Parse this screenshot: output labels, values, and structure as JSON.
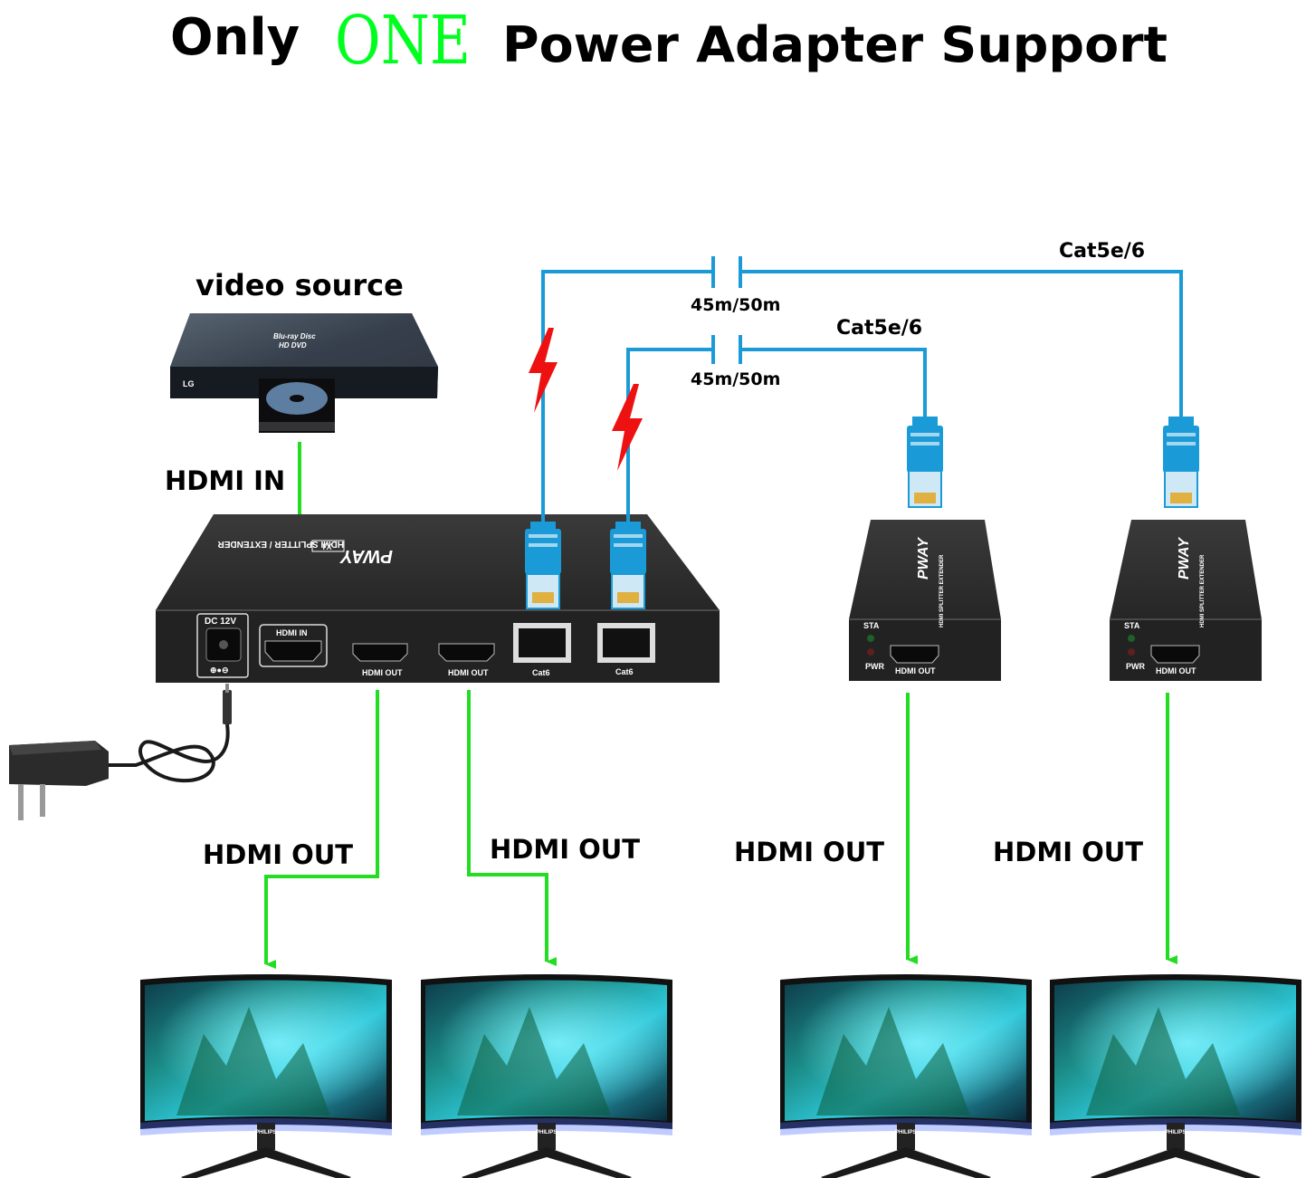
{
  "header": {
    "only": "Only",
    "one": "ONE",
    "rest": "Power Adapter Support",
    "one_color": "#00ff1e"
  },
  "labels": {
    "video_source": "video source",
    "hdmi_in": "HDMI IN",
    "hdmi_out": "HDMI OUT",
    "cable_type_1": "Cat5e/6",
    "cable_type_2": "Cat5e/6",
    "distance_1": "45m/50m",
    "distance_2": "45m/50m"
  },
  "player": {
    "logo": "LG",
    "disc_format_1": "Blu-ray Disc",
    "disc_format_2": "HD DVD"
  },
  "transmitter": {
    "brand": "PWAY",
    "model": "HDMI SPLITTER / EXTENDER",
    "tag": "TX",
    "ports": {
      "dc": "DC 12V",
      "hdmi_in": "HDMI IN",
      "hdmi_out_1": "HDMI OUT",
      "hdmi_out_2": "HDMI OUT",
      "cat6_1": "Cat6",
      "cat6_2": "Cat6"
    }
  },
  "receivers": [
    {
      "brand": "PWAY",
      "model": "HDMI SPLITTER EXTENDER",
      "sta": "STA",
      "pwr": "PWR",
      "port": "HDMI OUT"
    },
    {
      "brand": "PWAY",
      "model": "HDMI SPLITTER EXTENDER",
      "sta": "STA",
      "pwr": "PWR",
      "port": "HDMI OUT"
    }
  ],
  "monitors": [
    {
      "brand": "PHILIPS"
    },
    {
      "brand": "PHILIPS"
    },
    {
      "brand": "PHILIPS"
    },
    {
      "brand": "PHILIPS"
    }
  ],
  "colors": {
    "hdmi_arrow": "#22dd22",
    "cable": "#1a9bd7",
    "lightning": "#ee1111",
    "device": "#2a2a2a"
  }
}
